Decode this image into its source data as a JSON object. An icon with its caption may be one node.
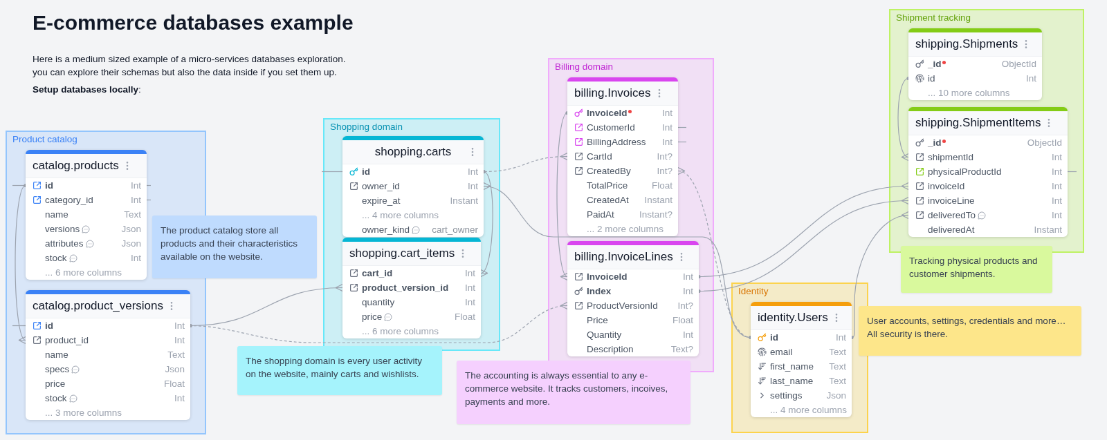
{
  "diagram": {
    "title": "E-commerce databases example",
    "nodes": [
      {
        "text": [
          "Product catalog"
        ]
      },
      {
        "text": [
          "catalog.products",
          "id",
          "Int",
          "category_id",
          "Int",
          "name",
          "Text",
          "versions",
          "Json",
          "attributes",
          "Json",
          "stock",
          "Int",
          "... 6 more columns"
        ],
        "in": 0
      },
      {
        "text": [
          "catalog.product_versions",
          "id",
          "Int",
          "product_id",
          "Int",
          "name",
          "Text",
          "specs",
          "Json",
          "price",
          "Float",
          "stock",
          "Int",
          "... 3 more columns"
        ],
        "in": 0
      },
      {
        "text": [
          "The product catalog store all products and their characteristics available on the website."
        ]
      },
      {
        "text": [
          "Shopping domain"
        ]
      },
      {
        "text": [
          "shopping.carts",
          "id",
          "Int",
          "owner_id",
          "Int",
          "expire_at",
          "Instant",
          "... 4 more columns",
          "owner_kind",
          "cart_owner"
        ],
        "in": 4
      },
      {
        "text": [
          "shopping.cart_items",
          "cart_id",
          "Int",
          "product_version_id",
          "Int",
          "quantity",
          "Int",
          "price",
          "Float",
          "... 6 more columns"
        ],
        "in": 4
      },
      {
        "text": [
          "The shopping domain is every user activity on the website, mainly carts and wishlists."
        ]
      },
      {
        "text": [
          "Billing domain"
        ]
      },
      {
        "text": [
          "billing.Invoices",
          "InvoiceId",
          "Int",
          "CustomerId",
          "Int",
          "BillingAddress",
          "Int",
          "CartId",
          "Int?",
          "CreatedBy",
          "Int?",
          "TotalPrice",
          "Float",
          "CreatedAt",
          "Instant",
          "PaidAt",
          "Instant?",
          "... 2 more columns"
        ],
        "in": 8
      },
      {
        "text": [
          "billing.InvoiceLines",
          "InvoiceId",
          "Int",
          "Index",
          "Int",
          "ProductVersionId",
          "Int?",
          "Price",
          "Float",
          "Quantity",
          "Int",
          "Description",
          "Text?"
        ],
        "in": 8
      },
      {
        "text": [
          "The accounting is always essential to any e-commerce website. It tracks customers, incoives, payments and more."
        ]
      },
      {
        "text": [
          "Shipment tracking"
        ]
      },
      {
        "text": [
          "shipping.Shipments",
          "_id",
          "ObjectId",
          "id",
          "Int",
          "... 10 more columns"
        ],
        "in": 12
      },
      {
        "text": [
          "shipping.ShipmentItems",
          "_id",
          "ObjectId",
          "shipmentId",
          "Int",
          "physicalProductId",
          "Int",
          "invoiceId",
          "Int",
          "invoiceLine",
          "Int",
          "deliveredTo",
          "Int",
          "deliveredAt",
          "Instant"
        ],
        "in": 12
      },
      {
        "text": [
          "Tracking physical products and customer shipments."
        ]
      },
      {
        "text": [
          "Identity"
        ]
      },
      {
        "text": [
          "identity.Users",
          "id",
          "Int",
          "email",
          "Text",
          "first_name",
          "Text",
          "last_name",
          "Text",
          "settings",
          "Json",
          "... 4 more columns"
        ],
        "in": 16
      },
      {
        "text": [
          "User accounts, settings, credentials and more… All security is there."
        ]
      }
    ],
    "edges": [
      {
        "from": 2,
        "to": 1,
        "arrow": "other"
      },
      {
        "from": 1,
        "to": null,
        "arrow": "none"
      },
      {
        "from": 1,
        "to": null,
        "arrow": "none"
      },
      {
        "from": 1,
        "to": null,
        "arrow": "none"
      },
      {
        "from": 2,
        "to": null,
        "arrow": "none"
      },
      {
        "from": 6,
        "to": 2,
        "arrow": "other"
      },
      {
        "from": 10,
        "to": 2,
        "arrow": "other",
        "style": "dashed"
      },
      {
        "from": 5,
        "to": null,
        "arrow": "none"
      },
      {
        "from": 6,
        "to": 5,
        "arrow": "other"
      },
      {
        "from": 9,
        "to": 5,
        "arrow": "other",
        "style": "dashed"
      },
      {
        "from": 5,
        "to": 17,
        "arrow": "other"
      },
      {
        "from": 9,
        "to": 17,
        "arrow": "other",
        "style": "dashed"
      },
      {
        "from": 10,
        "to": 9,
        "arrow": "other"
      },
      {
        "from": 9,
        "to": null,
        "arrow": "none"
      },
      {
        "from": 9,
        "to": null,
        "arrow": "none"
      },
      {
        "from": 14,
        "to": 10,
        "arrow": "other"
      },
      {
        "from": 14,
        "to": 10,
        "arrow": "other"
      },
      {
        "from": 14,
        "to": 17,
        "arrow": "other"
      },
      {
        "from": 14,
        "to": 13,
        "arrow": "other"
      },
      {
        "from": 14,
        "to": null,
        "arrow": "none"
      }
    ],
    "labels": [
      "Here is a medium sized example of a micro-services databases exploration.",
      "you can explore their schemas but also the data inside if you set them up.",
      "**Setup databases locally**:"
    ]
  }
}
